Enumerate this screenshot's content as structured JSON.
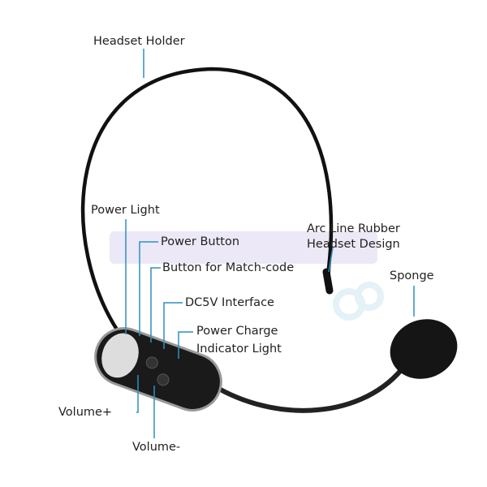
{
  "labels": {
    "headset_holder": "Headset Holder",
    "power_light": "Power Light",
    "power_button": "Power Button",
    "match_code": "Button for Match-code",
    "dc5v": "DC5V Interface",
    "charge_line1": "Power Charge",
    "charge_line2": "Indicator Light",
    "arc_line1": "Arc Line Rubber",
    "arc_line2": "Headset Design",
    "sponge": "Sponge",
    "volume_plus": "Volume+",
    "volume_minus": "Volume-"
  },
  "colors": {
    "leader": "#2f8fc0",
    "body": "#111111",
    "text": "#222222",
    "watermark": "#d9d3ee"
  }
}
